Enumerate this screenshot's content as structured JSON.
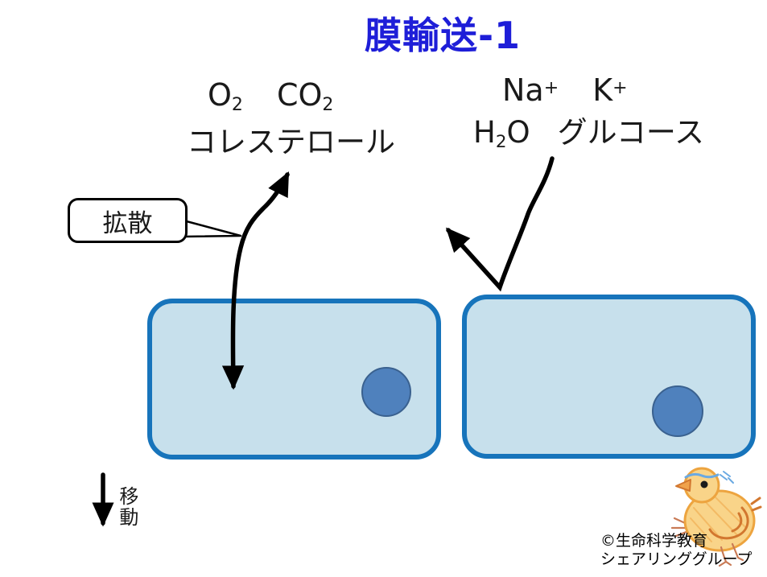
{
  "slide": {
    "title": "膜輸送-1"
  },
  "molecules": {
    "permeable": {
      "o2": {
        "base": "O",
        "sub": "2"
      },
      "co2": {
        "base": "CO",
        "sub": "2"
      },
      "line2": "コレステロール"
    },
    "impermeable": {
      "na": {
        "base": "Na",
        "sup": "+"
      },
      "k": {
        "base": "K",
        "sup": "+"
      },
      "h2o": {
        "h": "H",
        "sub": "2",
        "o": "O"
      },
      "glucose": "グルコース"
    }
  },
  "callout": {
    "label": "拡散"
  },
  "move": {
    "label": "移動"
  },
  "credit": {
    "line1": "©生命科学教育",
    "line2": "シェアリンググループ"
  },
  "icons": {
    "mascot": "chick-illustration"
  },
  "colors": {
    "title": "#1e1ed8",
    "ink": "#1a1a1a",
    "arrow": "#000000",
    "cell_fill": "#c7e0ec",
    "cell_border": "#1774bb",
    "nucleus_fill": "#4f81bd",
    "nucleus_border": "#3a618f",
    "chick_body": "#f9d489",
    "chick_outline": "#eda43f",
    "chick_accent": "#d2772f",
    "chick_limb": "#c97a55",
    "chick_glasses": "#6aa9e2"
  }
}
